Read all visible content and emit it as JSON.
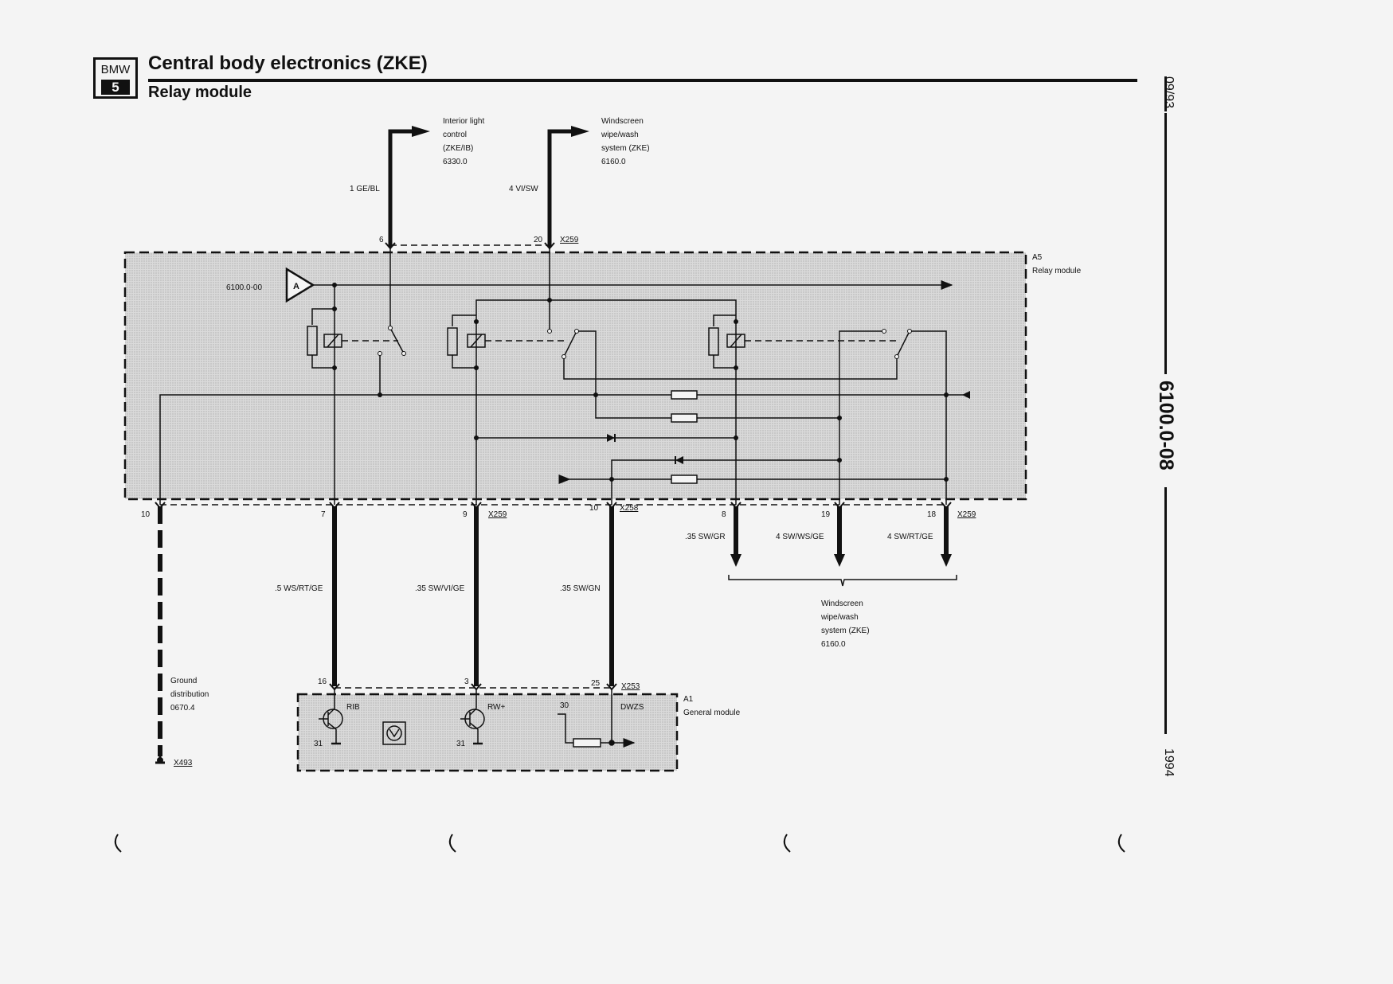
{
  "header": {
    "logo_brand": "BMW",
    "logo_model": "5",
    "title": "Central body electronics (ZKE)",
    "subtitle": "Relay module"
  },
  "sidebar": {
    "date": "09/93",
    "page_code": "6100.0-08",
    "year": "1994"
  },
  "components": {
    "relay_module": {
      "designator": "A5",
      "name": "Relay module",
      "ref": "6100.0-00",
      "marker": "A"
    },
    "general_module": {
      "designator": "A1",
      "name": "General module",
      "labels": [
        "RIB",
        "RW+",
        "DWZS",
        "30",
        "31",
        "31"
      ]
    }
  },
  "connectors": {
    "top": [
      {
        "pin": "6"
      },
      {
        "pin": "20",
        "id": "X259"
      }
    ],
    "bottom": [
      {
        "pin": "10"
      },
      {
        "pin": "7"
      },
      {
        "pin": "9",
        "id": "X259"
      },
      {
        "pin": "10",
        "id": "X258"
      },
      {
        "pin": "8"
      },
      {
        "pin": "19"
      },
      {
        "pin": "18",
        "id": "X259"
      }
    ],
    "general": [
      {
        "pin": "16"
      },
      {
        "pin": "3"
      },
      {
        "pin": "25",
        "id": "X253"
      }
    ],
    "ground": "X493"
  },
  "wires": {
    "w_top_left": "1 GE/BL",
    "w_top_right": "4 VI/SW",
    "w7": ".5 WS/RT/GE",
    "w9": ".35 SW/VI/GE",
    "w10": ".35 SW/GN",
    "w8": ".35 SW/GR",
    "w19": "4  SW/WS/GE",
    "w18": "4 SW/RT/GE"
  },
  "destinations": {
    "interior_light": [
      "Interior light",
      "control",
      "(ZKE/IB)",
      "6330.0"
    ],
    "wiper_top": [
      "Windscreen",
      "wipe/wash",
      "system (ZKE)",
      "6160.0"
    ],
    "wiper_bottom": [
      "Windscreen",
      "wipe/wash",
      "system (ZKE)",
      "6160.0"
    ],
    "ground": [
      "Ground",
      "distribution",
      "0670.4"
    ]
  },
  "colors": {
    "ink": "#111111",
    "paper": "#f4f4f4",
    "module_fill": "#d9d9d9"
  }
}
